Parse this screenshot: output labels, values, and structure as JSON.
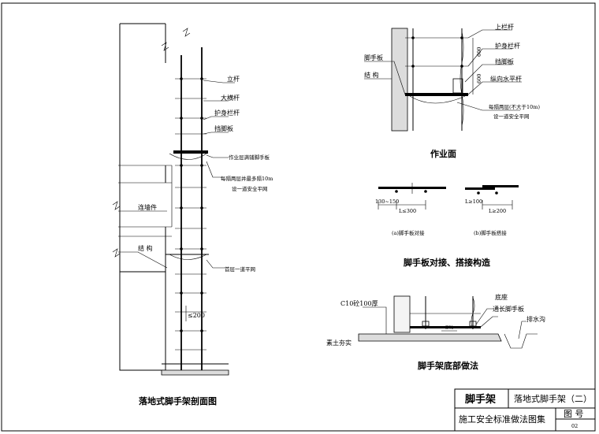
{
  "section_view": {
    "caption": "落地式脚手架剖面图",
    "labels": {
      "upright": "立杆",
      "big_cross_bar": "大横杆",
      "guard_rail": "护身栏杆",
      "toe_board": "挡脚板",
      "full_board": "作业层满铺脚手板",
      "safety_net": "每隔两层并最多隔10m",
      "safety_net_2": "设一道安全平网",
      "wall_tie": "连墙件",
      "structure": "结 构",
      "first_net": "首层一道平网",
      "spacing": "≤200"
    }
  },
  "work_face": {
    "caption": "作业面",
    "labels": {
      "top_rail": "上栏杆",
      "guard_rail": "护身栏杆",
      "toe_board": "挡脚板",
      "longitudinal_bar": "纵向水平杆",
      "scaffold_board": "脚手板",
      "structure": "结 构",
      "net_note": "每隔两层(不大于10m)",
      "net_note_2": "设一道安全平网",
      "dim1": "600",
      "dim2": "600"
    }
  },
  "board_joint": {
    "caption": "脚手板对接、搭接构造",
    "a_dim1": "130~150",
    "a_dim2": "L≤300",
    "a_caption": "(a)脚手板对接",
    "b_dim1": "L≥100",
    "b_dim2": "L≥200",
    "b_caption": "(b)脚手板搭接"
  },
  "base": {
    "caption": "脚手架底部做法",
    "labels": {
      "concrete": "C10砼100厚",
      "base_seat": "底座",
      "long_board": "通长脚手板",
      "drain": "排水沟",
      "compacted_soil": "素土夯实",
      "slope": "3%"
    }
  },
  "title_block": {
    "category": "脚手架",
    "drawing_title": "落地式脚手架（二）",
    "atlas": "施工安全标准做法图集",
    "sheet_label": "图 号",
    "sheet_no": "02"
  }
}
